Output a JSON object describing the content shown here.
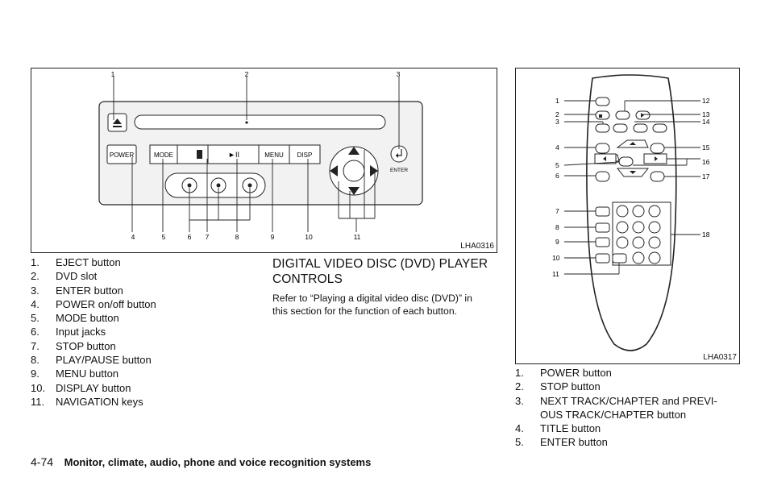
{
  "left_figure": {
    "code": "LHA0316",
    "callouts": [
      "1",
      "2",
      "3",
      "4",
      "5",
      "6",
      "7",
      "8",
      "9",
      "10",
      "11"
    ],
    "buttons": {
      "power": "POWER",
      "mode": "MODE",
      "menu": "MENU",
      "disp": "DISP",
      "play_pause": "►II",
      "enter": "ENTER"
    }
  },
  "left_list": [
    {
      "num": "1.",
      "text": "EJECT button"
    },
    {
      "num": "2.",
      "text": "DVD slot"
    },
    {
      "num": "3.",
      "text": "ENTER button"
    },
    {
      "num": "4.",
      "text": "POWER on/off button"
    },
    {
      "num": "5.",
      "text": "MODE button"
    },
    {
      "num": "6.",
      "text": "Input jacks"
    },
    {
      "num": "7.",
      "text": "STOP button"
    },
    {
      "num": "8.",
      "text": "PLAY/PAUSE button"
    },
    {
      "num": "9.",
      "text": "MENU button"
    },
    {
      "num": "10.",
      "text": "DISPLAY button"
    },
    {
      "num": "11.",
      "text": "NAVIGATION keys"
    }
  ],
  "section": {
    "heading_line1": "DIGITAL VIDEO DISC (DVD) PLAYER",
    "heading_line2": "CONTROLS",
    "para_line1": "Refer to “Playing a digital video disc (DVD)” in",
    "para_line2": "this section for the function of each button."
  },
  "right_figure": {
    "code": "LHA0317",
    "callouts": [
      "1",
      "2",
      "3",
      "4",
      "5",
      "6",
      "7",
      "8",
      "9",
      "10",
      "11",
      "12",
      "13",
      "14",
      "15",
      "16",
      "17",
      "18"
    ]
  },
  "right_list": [
    {
      "num": "1.",
      "text": "POWER button"
    },
    {
      "num": "2.",
      "text": "STOP button"
    },
    {
      "num": "3.",
      "text": "NEXT TRACK/CHAPTER and PREVI-"
    },
    {
      "num": "",
      "text": "OUS TRACK/CHAPTER button"
    },
    {
      "num": "4.",
      "text": "TITLE button"
    },
    {
      "num": "5.",
      "text": "ENTER button"
    }
  ],
  "footer": {
    "page": "4-74",
    "title": "Monitor, climate, audio, phone and voice recognition systems"
  }
}
